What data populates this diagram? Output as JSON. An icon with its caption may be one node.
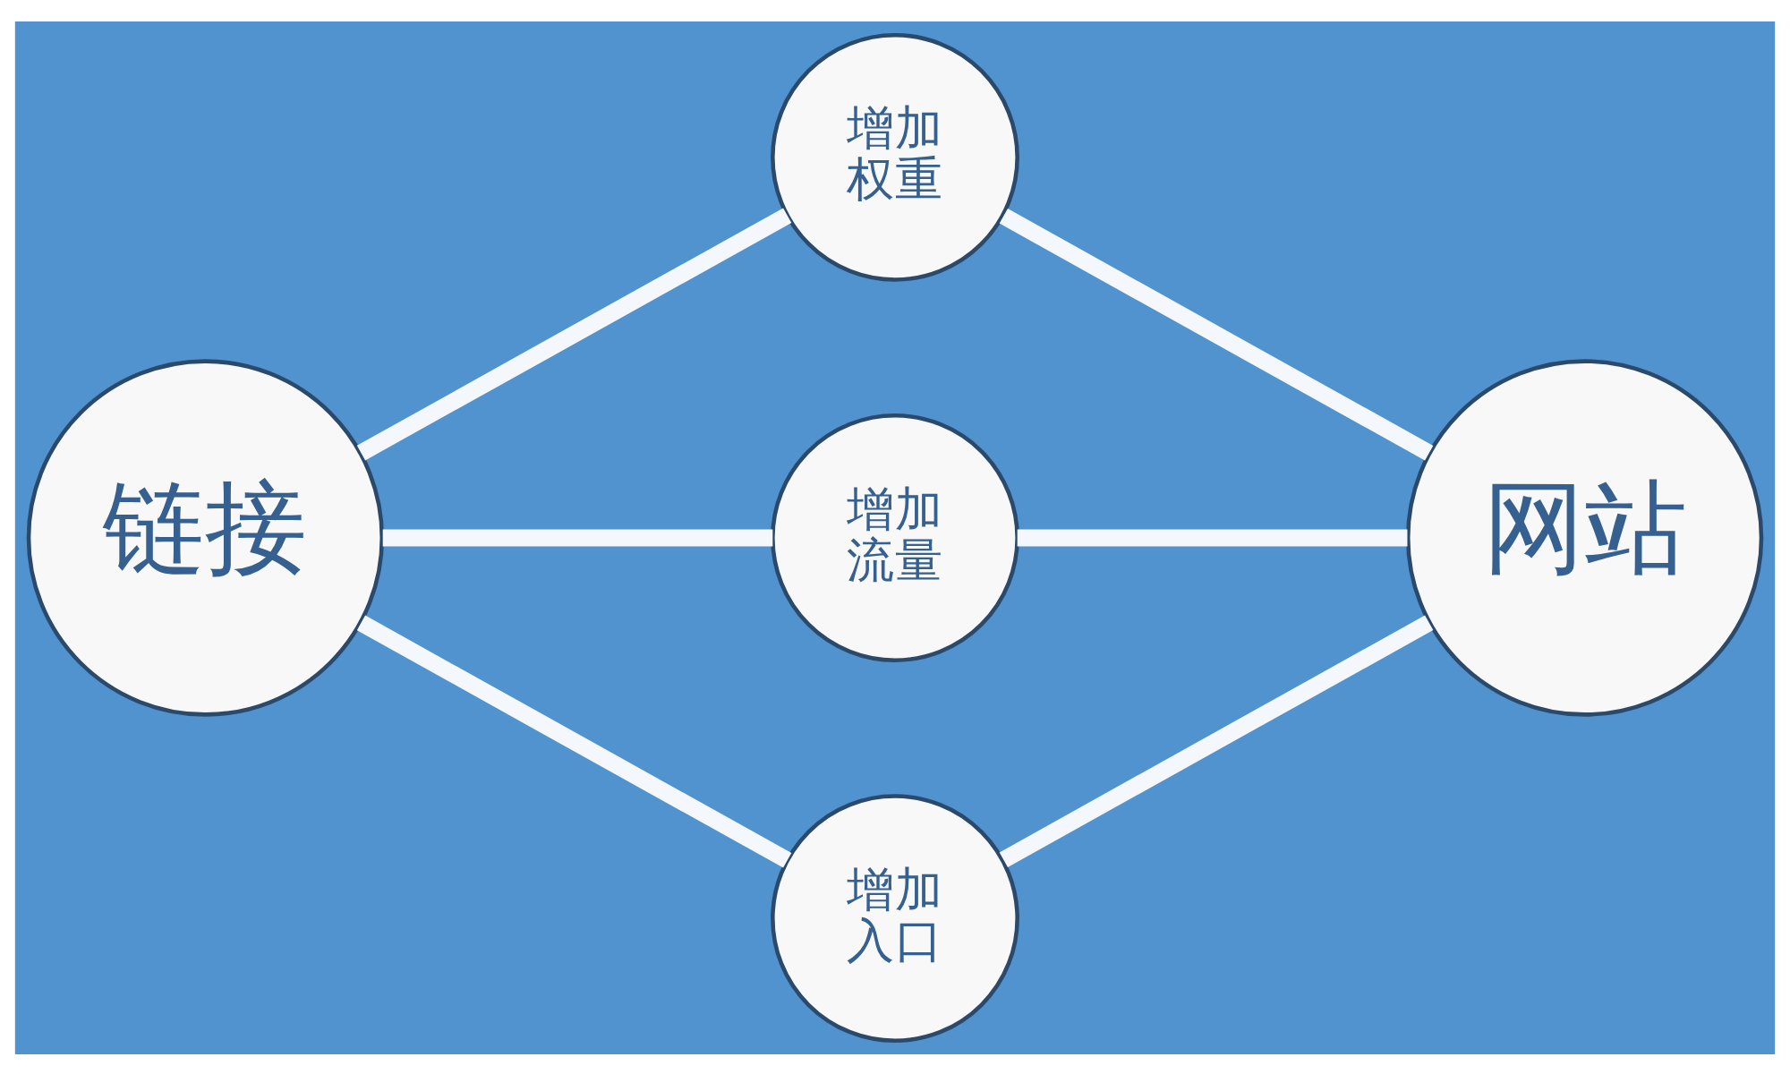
{
  "diagram": {
    "nodes": [
      {
        "text": [
          "链接"
        ]
      },
      {
        "text": [
          "增加权重"
        ]
      },
      {
        "text": [
          "增加流量"
        ]
      },
      {
        "text": [
          "增加入口"
        ]
      },
      {
        "text": [
          "网站"
        ]
      }
    ],
    "edges": [
      {
        "from": 0,
        "to": 1,
        "arrow": "none"
      },
      {
        "from": 1,
        "to": 4,
        "arrow": "none"
      },
      {
        "from": 0,
        "to": 2,
        "arrow": "none"
      },
      {
        "from": 2,
        "to": 4,
        "arrow": "none"
      },
      {
        "from": 0,
        "to": 3,
        "arrow": "none"
      },
      {
        "from": 3,
        "to": 4,
        "arrow": "none"
      }
    ]
  }
}
